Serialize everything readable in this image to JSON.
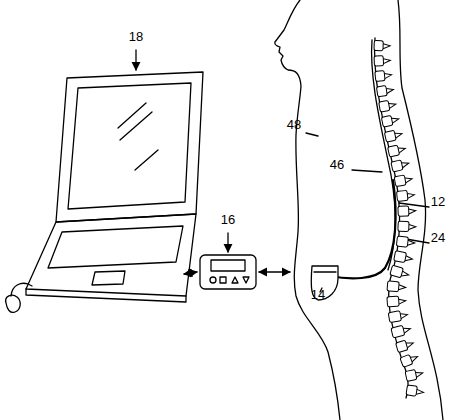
{
  "diagram": {
    "labels": [
      "18",
      "16",
      "48",
      "46",
      "12",
      "24",
      "14"
    ]
  }
}
